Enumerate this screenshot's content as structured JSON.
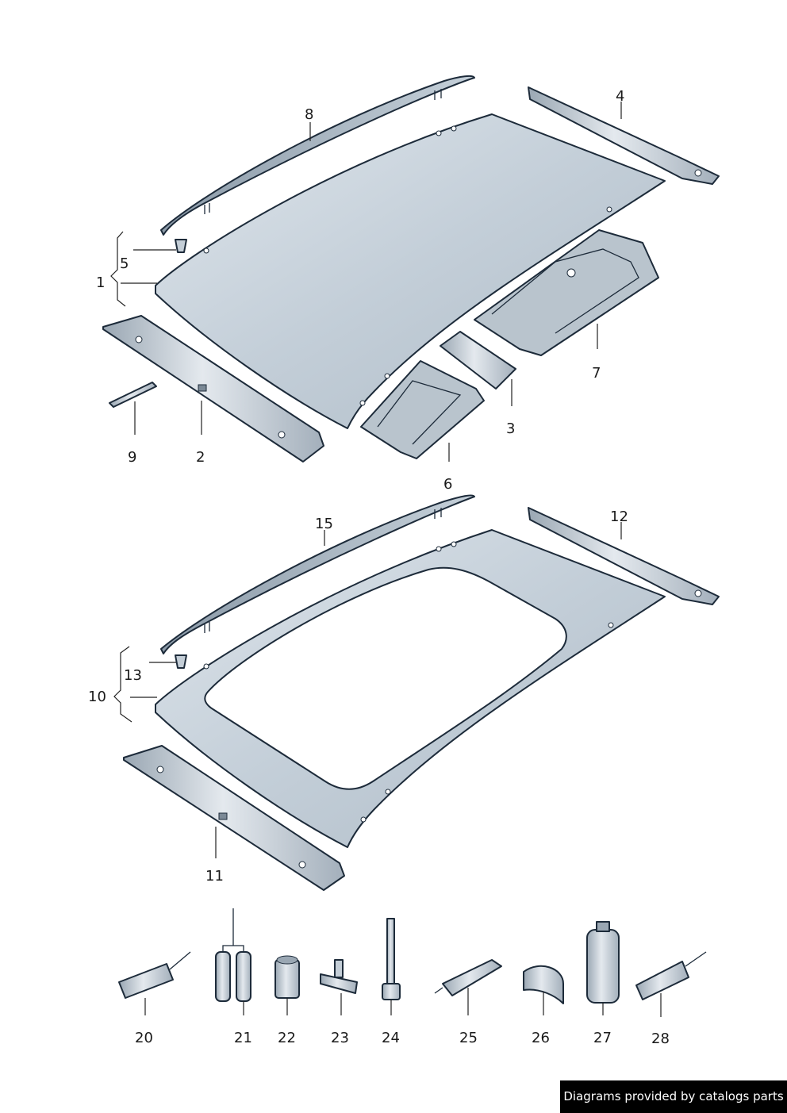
{
  "callouts": {
    "c1": "1",
    "c2": "2",
    "c3": "3",
    "c4": "4",
    "c5": "5",
    "c6": "6",
    "c7": "7",
    "c8": "8",
    "c9": "9",
    "c10": "10",
    "c11": "11",
    "c12": "12",
    "c13": "13",
    "c15": "15",
    "c20": "20",
    "c21": "21",
    "c22": "22",
    "c23": "23",
    "c24": "24",
    "c25": "25",
    "c26": "26",
    "c27": "27",
    "c28": "28"
  },
  "watermark": "Diagrams provided by catalogs parts",
  "colors": {
    "panel": "#c7d2da",
    "panel_edge": "#1d2b3a",
    "background": "#ffffff"
  }
}
